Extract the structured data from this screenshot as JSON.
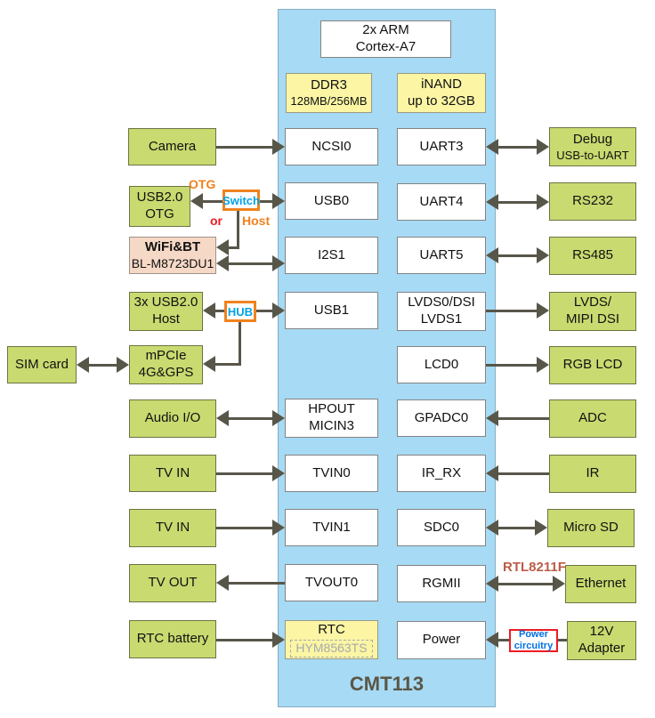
{
  "title": "CMT113",
  "soc": {
    "cpu": "2x ARM\nCortex-A7",
    "ddr3": {
      "label": "DDR3",
      "sub": "128MB/256MB"
    },
    "inand": "iNAND\nup to 32GB"
  },
  "interfaces": {
    "ncsi0": "NCSI0",
    "usb0": "USB0",
    "i2s1": "I2S1",
    "usb1": "USB1",
    "hpout": "HPOUT\nMICIN3",
    "tvin0": "TVIN0",
    "tvin1": "TVIN1",
    "tvout0": "TVOUT0",
    "rtc": {
      "label": "RTC",
      "chip": "HYM8563TS"
    },
    "uart3": "UART3",
    "uart4": "UART4",
    "uart5": "UART5",
    "lvds": "LVDS0/DSI\nLVDS1",
    "lcd0": "LCD0",
    "gpadc0": "GPADC0",
    "ir_rx": "IR_RX",
    "sdc0": "SDC0",
    "rgmii": "RGMII",
    "power": "Power"
  },
  "peripherals": {
    "camera": "Camera",
    "usb_otg": "USB2.0\nOTG",
    "wifi": {
      "label": "WiFi&BT",
      "sub": "BL-M8723DU1"
    },
    "usb_host": "3x USB2.0\nHost",
    "sim": "SIM card",
    "mpcie": "mPCIe\n4G&GPS",
    "audio": "Audio I/O",
    "tv_in_1": "TV IN",
    "tv_in_2": "TV IN",
    "tv_out": "TV OUT",
    "rtc_battery": "RTC battery",
    "debug": {
      "label": "Debug",
      "sub": "USB-to-UART"
    },
    "rs232": "RS232",
    "rs485": "RS485",
    "lvds_display": "LVDS/\nMIPI DSI",
    "rgb_lcd": "RGB LCD",
    "adc": "ADC",
    "ir": "IR",
    "micro_sd": "Micro SD",
    "ethernet": "Ethernet",
    "adapter": "12V\nAdapter"
  },
  "connectors": {
    "switch": "Switch",
    "hub": "HUB",
    "otg_label": "OTG",
    "or_label": "or",
    "host_label": "Host",
    "rtl8211f": "RTL8211F",
    "power_circuitry": "Power\ncircuitry"
  },
  "colors": {
    "module_fill": "#a7daf4",
    "peripheral_fill": "#c9da70",
    "memory_fill": "#fbf5a4",
    "wifi_fill": "#f6d8c6",
    "arrow": "#585649",
    "orange": "#f0821e",
    "connector_blue": "#00a2e8",
    "red": "#ed1c24",
    "brick": "#bb5c48",
    "title_text": "#5a5748"
  }
}
